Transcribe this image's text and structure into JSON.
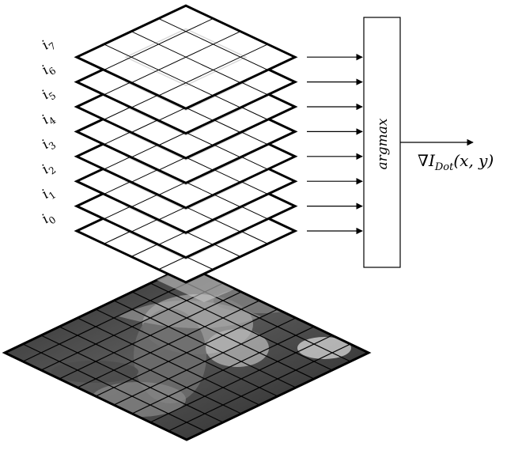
{
  "layers": [
    {
      "label": "i",
      "index": "0"
    },
    {
      "label": "i",
      "index": "1"
    },
    {
      "label": "i",
      "index": "2"
    },
    {
      "label": "i",
      "index": "3"
    },
    {
      "label": "i",
      "index": "4"
    },
    {
      "label": "i",
      "index": "5"
    },
    {
      "label": "i",
      "index": "6"
    },
    {
      "label": "i",
      "index": "7"
    }
  ],
  "argmax_label": "argmax",
  "output": {
    "symbol": "∇I",
    "subscript": "Dot",
    "args": "(x, y)"
  },
  "colors": {
    "stroke": "#000000",
    "image_dark": "#3a3a3a",
    "image_light": "#bdbdbd"
  }
}
